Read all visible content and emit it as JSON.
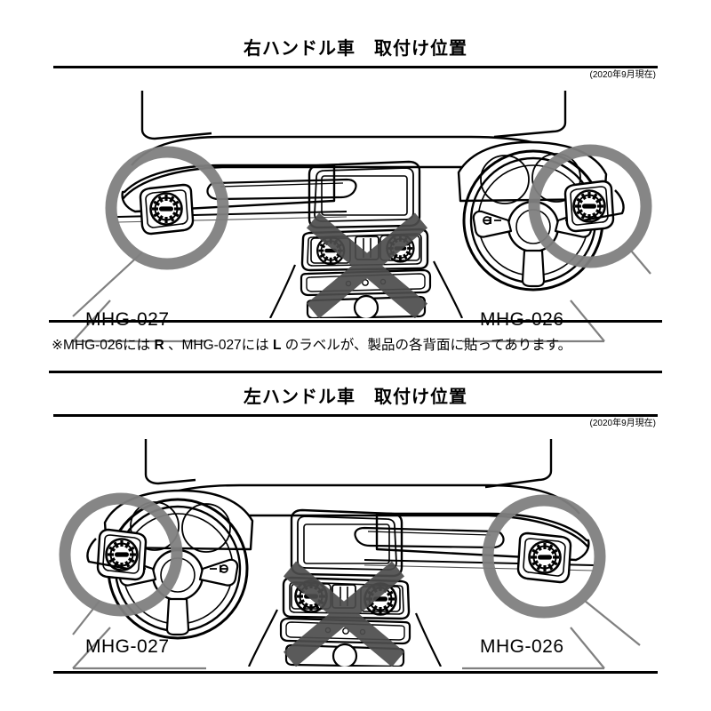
{
  "document": {
    "language": "ja",
    "colors": {
      "ink": "#000000",
      "highlight_ring": "#808080",
      "cross_mark": "#4d4d4d",
      "leader_line": "#808080",
      "panel_fill": "#ffffff"
    }
  },
  "sections": [
    {
      "id": "rhd",
      "title": "右ハンドル車　取付け位置",
      "date_note": "(2020年9月現在)",
      "steering_side": "right",
      "callouts": [
        {
          "id": "left",
          "label": "MHG-027",
          "side": "left"
        },
        {
          "id": "right",
          "label": "MHG-026",
          "side": "right"
        }
      ],
      "highlights": [
        {
          "target": "left-door-vent",
          "mark": "circle"
        },
        {
          "target": "right-door-vent",
          "mark": "circle"
        }
      ],
      "prohibited": [
        {
          "target": "center-console-vents",
          "mark": "cross"
        }
      ]
    },
    {
      "id": "lhd",
      "title": "左ハンドル車　取付け位置",
      "date_note": "(2020年9月現在)",
      "steering_side": "left",
      "callouts": [
        {
          "id": "left",
          "label": "MHG-027",
          "side": "left"
        },
        {
          "id": "right",
          "label": "MHG-026",
          "side": "right"
        }
      ],
      "highlights": [
        {
          "target": "left-door-vent",
          "mark": "circle"
        },
        {
          "target": "right-door-vent",
          "mark": "circle"
        }
      ],
      "prohibited": [
        {
          "target": "center-console-vents",
          "mark": "cross"
        }
      ]
    }
  ],
  "note": {
    "prefix": "※MHG-026には ",
    "label_r": "R",
    "middle": " 、MHG-027には ",
    "label_l": "L",
    "suffix": " のラベルが、製品の各背面に貼ってあります。",
    "full_text": "※MHG-026には R、MHG-027には L のラベルが、製品の各背面に貼ってあります。"
  }
}
